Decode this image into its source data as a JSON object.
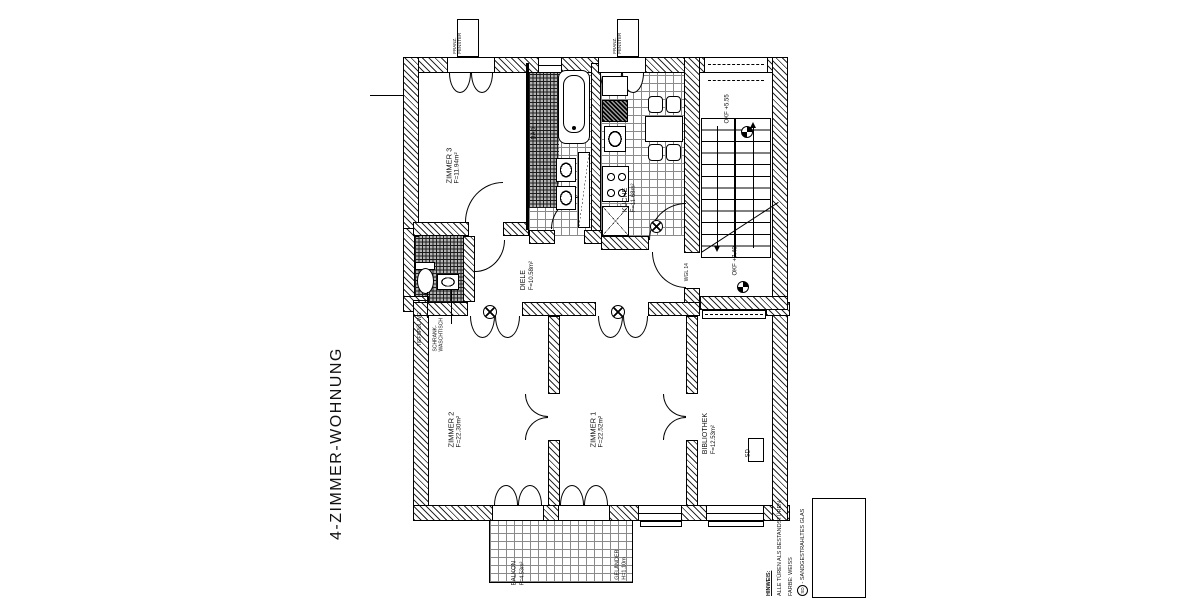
{
  "title": "4-ZIMMER-WOHNUNG",
  "rooms": {
    "zimmer3": {
      "name": "ZIMMER 3",
      "area": "F=11.94m²"
    },
    "bad": {
      "name": "BAD"
    },
    "kueche": {
      "name": "KÜCHE",
      "area": "F=11.68m²"
    },
    "diele": {
      "name": "DIELE",
      "area": "F=10.58m²"
    },
    "zimmer2": {
      "name": "ZIMMER 2",
      "area": "F=22.30m²"
    },
    "zimmer1": {
      "name": "ZIMMER 1",
      "area": "F=22.52m²"
    },
    "bibliothek": {
      "name": "BIBLIOTHEK",
      "area": "F=12.53m²"
    },
    "balkon": {
      "name": "BALKON",
      "area": "F=4.53m²"
    }
  },
  "annotations": {
    "franz_fenster_line1": "FRANZ.",
    "franz_fenster_line2": "FENSTER",
    "okf_upper": "OKF +5.55",
    "okf_lower": "OKF +7.40",
    "wgl": "WGL 14",
    "tiefspuel_wc": "TIEFSPÜL-WC",
    "schrank_line1": "SCHRANK-",
    "schrank_line2": "WASCHTISCH",
    "gelaender_line1": "GELÄNDER",
    "gelaender_line2": "H=1.10m",
    "sd_marker": "SD"
  },
  "legend": {
    "heading": "HINWEIS:",
    "line1": "ALLE TÜREN ALS BESTANDSTÜREN,",
    "line2": "FARBE: WEISS",
    "sd": "SD",
    "line3": "- SANDGESTRAHLTES GLAS"
  },
  "colors": {
    "ink": "#1a1a1a",
    "paper": "#ffffff"
  }
}
